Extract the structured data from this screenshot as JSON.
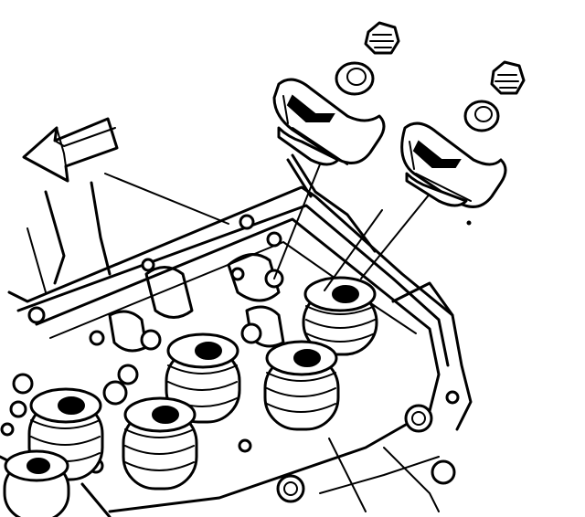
{
  "figure": {
    "colors": {
      "ink": "#000000",
      "paper": "#ffffff"
    },
    "parts": [
      "direction-arrow",
      "rocker-arm",
      "rocker-arm-pivot-ball",
      "rocker-arm-nut",
      "valve-spring",
      "cylinder-head"
    ]
  }
}
